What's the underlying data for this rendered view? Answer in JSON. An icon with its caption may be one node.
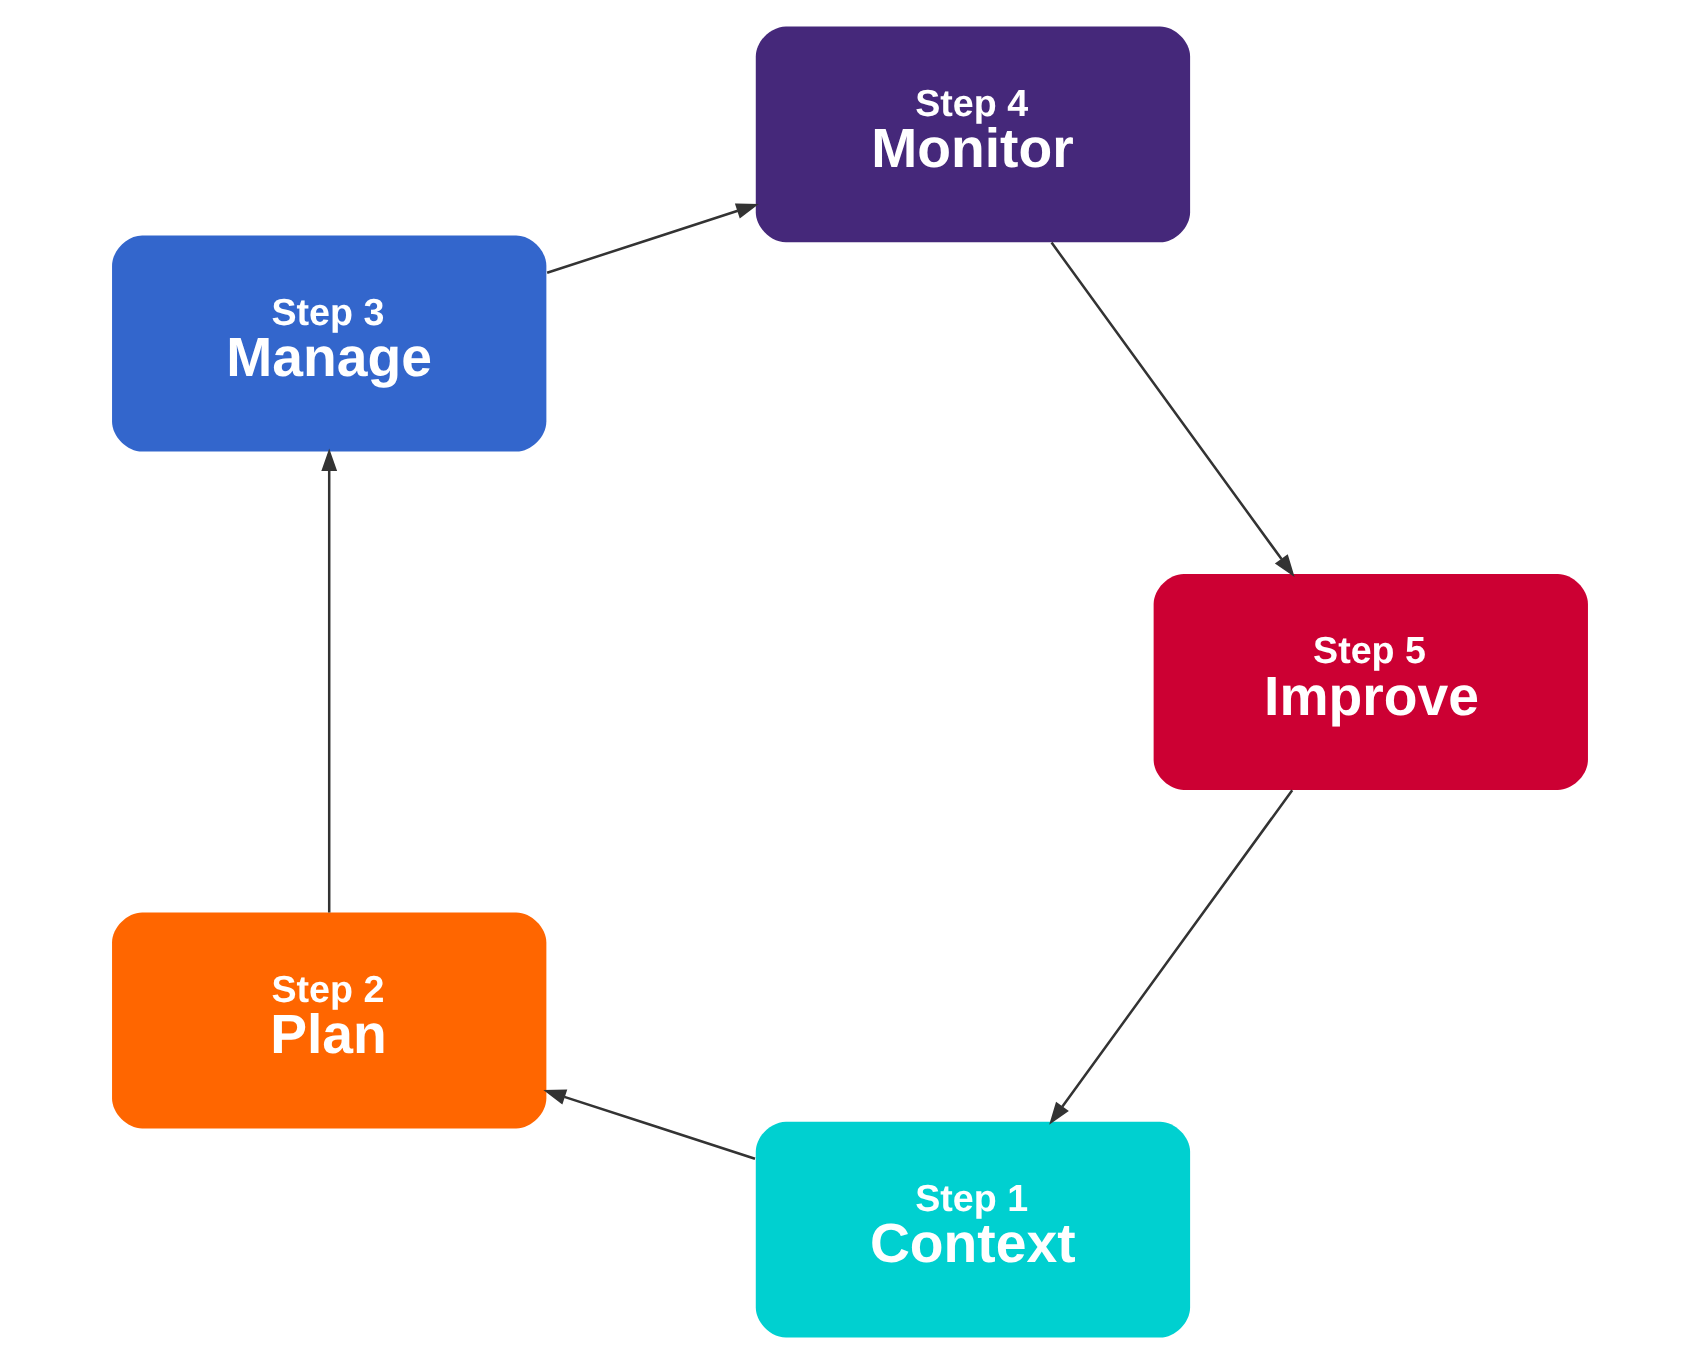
{
  "diagram": {
    "nodes": [
      {
        "text": [
          "Step 1",
          "Context"
        ]
      },
      {
        "text": [
          "Step 2",
          "Plan"
        ]
      },
      {
        "text": [
          "Step 3",
          "Manage"
        ]
      },
      {
        "text": [
          "Step 4",
          "Monitor"
        ]
      },
      {
        "text": [
          "Step 5",
          "Improve"
        ]
      }
    ],
    "edges": [
      {
        "from": 0,
        "to": 1,
        "arrow": "to"
      },
      {
        "from": 1,
        "to": 2,
        "arrow": "to"
      },
      {
        "from": 2,
        "to": 3,
        "arrow": "to"
      },
      {
        "from": 3,
        "to": 4,
        "arrow": "to"
      },
      {
        "from": 4,
        "to": 0,
        "arrow": "to"
      }
    ]
  }
}
